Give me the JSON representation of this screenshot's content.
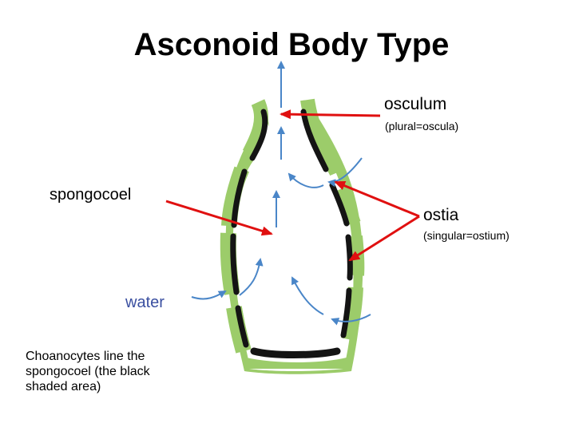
{
  "title": "Asconoid Body Type",
  "labels": {
    "osculum": "osculum",
    "osculum_note": "(plural=oscula)",
    "spongocoel": "spongocoel",
    "ostia": "ostia",
    "ostia_note": "(singular=ostium)",
    "water": "water",
    "caption": "Choanocytes line the spongocoel (the black shaded area)"
  },
  "colors": {
    "body_wall": "#9ccc6a",
    "choanocyte_layer": "#141414",
    "water_arrow": "#4a86c8",
    "label_arrow": "#e01010",
    "water_label": "#3a4fa0"
  }
}
